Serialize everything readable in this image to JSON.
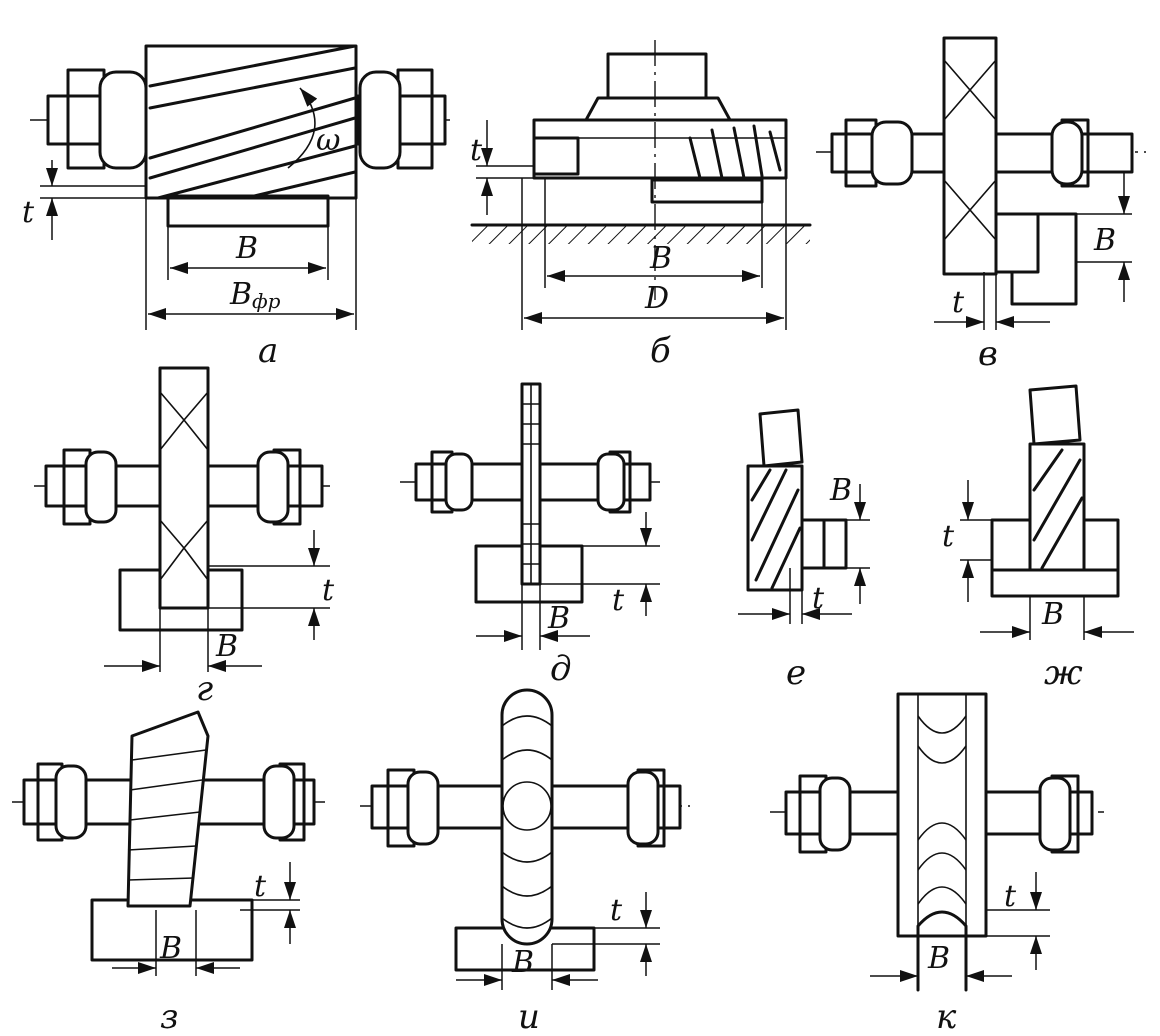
{
  "captions": {
    "a": "а",
    "b": "б",
    "v": "в",
    "g": "г",
    "d": "д",
    "e": "е",
    "zh": "ж",
    "z": "з",
    "i": "и",
    "k": "к"
  },
  "labels": {
    "t": "t",
    "B": "B",
    "B_fr": "B",
    "B_fr_sub": "фр",
    "D": "D",
    "omega": "ω"
  }
}
